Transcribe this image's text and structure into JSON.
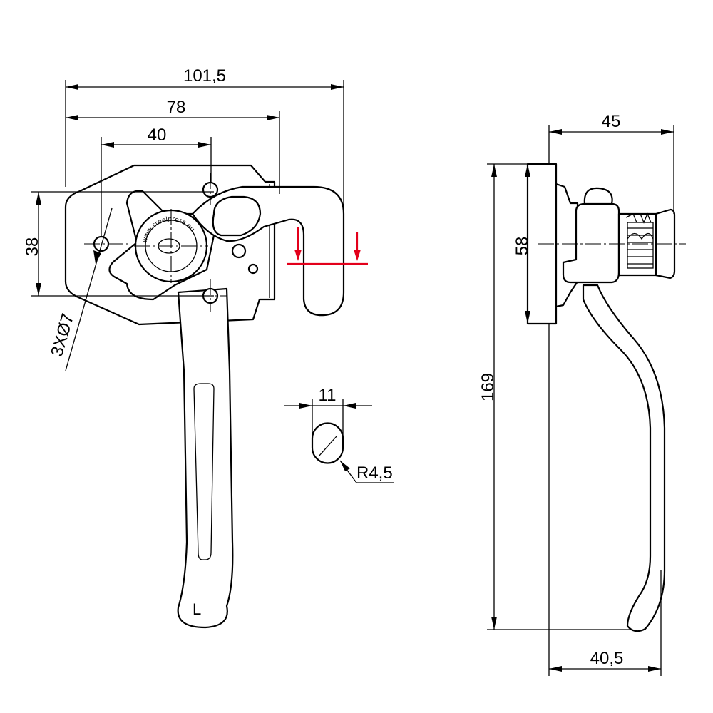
{
  "drawing": {
    "dimensions": {
      "overall_width": "101,5",
      "width_78": "78",
      "hole_spacing": "40",
      "height_38": "38",
      "holes": "3XØ7",
      "slot_width": "11",
      "radius": "R4,5",
      "side_depth": "45",
      "side_height": "169",
      "plate_height": "58",
      "bottom_depth": "40,5"
    },
    "markings": {
      "website": "www.steelpress.eu",
      "handle_letter": "L"
    },
    "colors": {
      "line": "#000000",
      "engagement_marker": "#e3001b"
    }
  }
}
